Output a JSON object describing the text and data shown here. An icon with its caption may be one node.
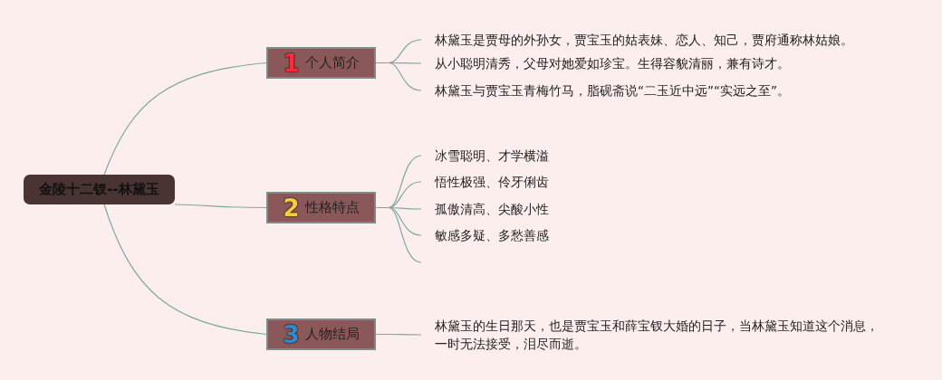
{
  "diagram": {
    "nodes": [
      {
        "text": [
          "金陵十二钗--林黛玉"
        ]
      },
      {
        "text": [
          "1",
          "个人简介"
        ]
      },
      {
        "text": [
          "2",
          "性格特点"
        ]
      },
      {
        "text": [
          "3",
          "人物结局"
        ]
      },
      {
        "text": [
          "林黛玉是贾母的外孙女，贾宝玉的姑表妹、恋人、知己，贾府通称林姑娘。"
        ]
      },
      {
        "text": [
          "从小聪明清秀，父母对她爱如珍宝。生得容貌清丽，兼有诗才。"
        ]
      },
      {
        "text": [
          "林黛玉与贾宝玉青梅竹马，脂砚斋说“二玉近中远”“实远之至”。"
        ]
      },
      {
        "text": [
          "冰雪聪明、才学横溢"
        ]
      },
      {
        "text": [
          "悟性极强、伶牙俐齿"
        ]
      },
      {
        "text": [
          "孤傲清高、尖酸小性"
        ]
      },
      {
        "text": [
          "敏感多疑、多愁善感"
        ]
      },
      {
        "text": [
          "林黛玉的生日那天，也是贾宝玉和薛宝钗大婚的日子，当林黛玉知道这个消息，一时无法接受，泪尽而逝。"
        ]
      }
    ],
    "edges": [
      {
        "from": 0,
        "to": 1,
        "arrow": "none"
      },
      {
        "from": 0,
        "to": 2,
        "arrow": "none"
      },
      {
        "from": 0,
        "to": 3,
        "arrow": "none"
      },
      {
        "from": 1,
        "to": 4,
        "arrow": "none"
      },
      {
        "from": 1,
        "to": 5,
        "arrow": "none"
      },
      {
        "from": 1,
        "to": 6,
        "arrow": "none"
      },
      {
        "from": 2,
        "to": 7,
        "arrow": "none"
      },
      {
        "from": 2,
        "to": 8,
        "arrow": "none"
      },
      {
        "from": 2,
        "to": 9,
        "arrow": "none"
      },
      {
        "from": 2,
        "to": 10,
        "arrow": "none"
      },
      {
        "from": 2,
        "to": null,
        "arrow": "none"
      },
      {
        "from": 3,
        "to": 11,
        "arrow": "none"
      }
    ]
  }
}
